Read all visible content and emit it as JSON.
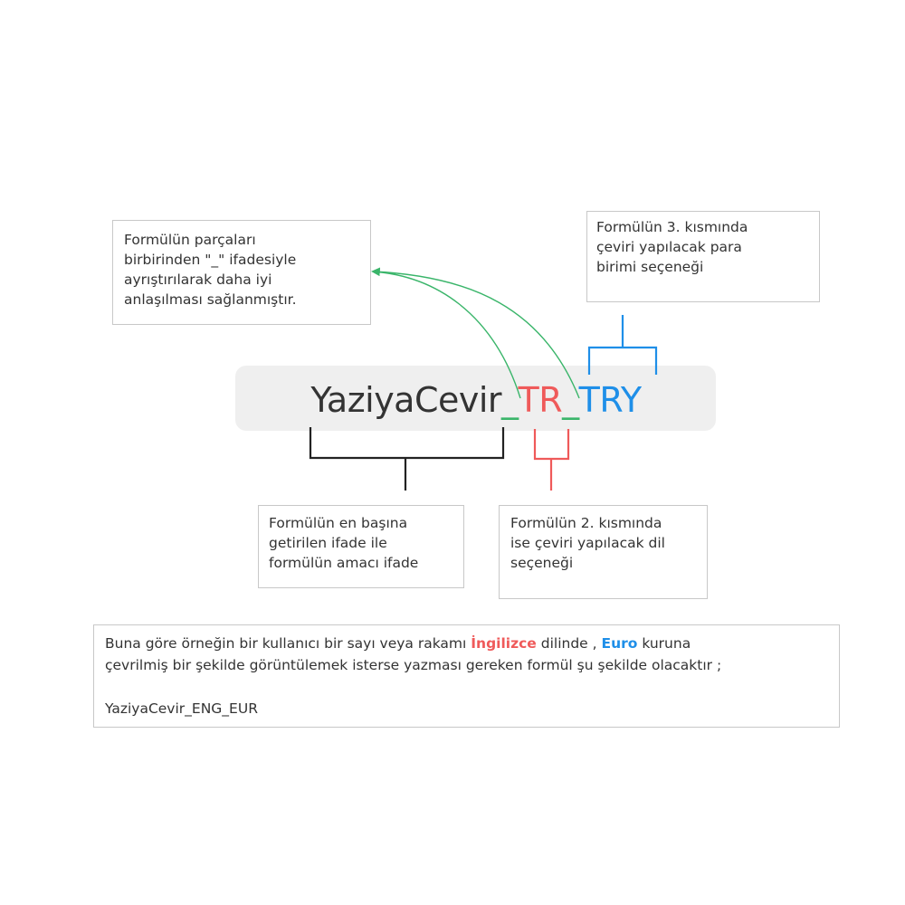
{
  "formula": {
    "base": "YaziyaCevir",
    "sep1": "_",
    "lang": "TR",
    "sep2": "_",
    "currency": "TRY"
  },
  "notes": {
    "separators": {
      "lines": [
        "Formülün parçaları",
        "birbirinden \"_\" ifadesiyle",
        "ayrıştırılarak daha iyi",
        "anlaşılması sağlanmıştır."
      ]
    },
    "currency": {
      "lines": [
        "Formülün 3. kısmında",
        "çeviri yapılacak para",
        "birimi seçeneği"
      ]
    },
    "purpose": {
      "lines": [
        "Formülün en başına",
        "getirilen ifade ile",
        "formülün amacı ifade"
      ]
    },
    "language": {
      "lines": [
        "Formülün 2. kısmında",
        "ise çeviri yapılacak dil",
        "seçeneği"
      ]
    }
  },
  "summary": {
    "line1_part1": "Buna göre örneğin bir kullanıcı bir sayı veya rakamı ",
    "line1_lang": "İngilizce",
    "line1_part2": " dilinde , ",
    "line1_currency": "Euro",
    "line1_part3": " kuruna",
    "line2": "çevrilmiş bir şekilde görüntülemek isterse yazması gereken formül şu şekilde olacaktır ;",
    "example": "YaziyaCevir_ENG_EUR"
  },
  "colors": {
    "base": "#333333",
    "separator": "#3ab56a",
    "language": "#ef5a5a",
    "currency": "#1f8fe8",
    "box_border": "#c8c8c8",
    "formula_bg": "#efefef"
  }
}
